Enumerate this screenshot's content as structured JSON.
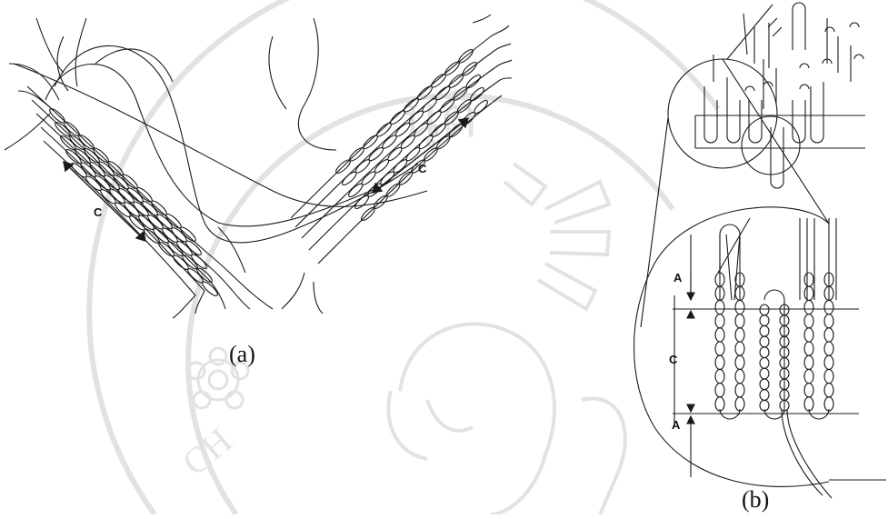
{
  "figure": {
    "panel_a": {
      "caption": "(a)",
      "length_label": "C"
    },
    "panel_b": {
      "caption": "(b)",
      "labels": {
        "top": "A",
        "middle": "C",
        "bottom": "A"
      }
    },
    "watermark": {
      "text": "นุติ",
      "text_bottom": "CH"
    }
  }
}
